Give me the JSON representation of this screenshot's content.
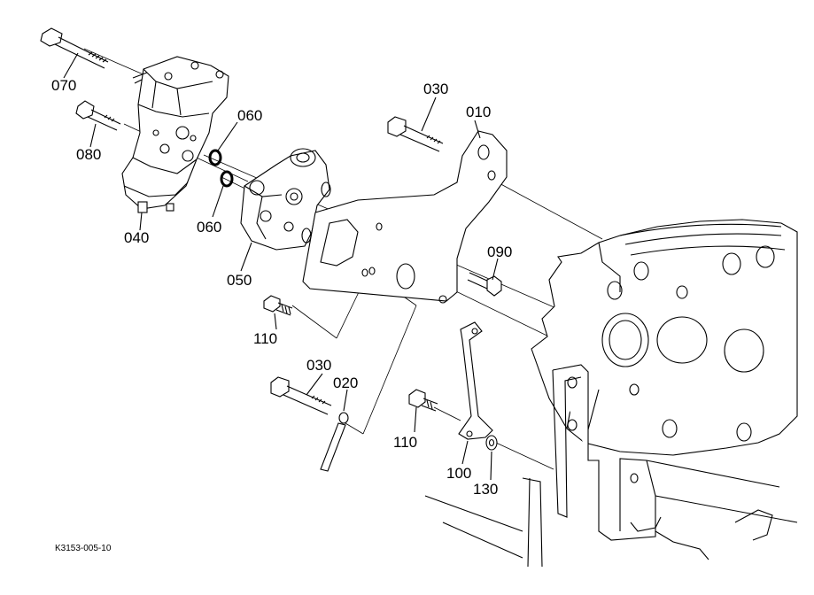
{
  "diagram": {
    "labels": {
      "p070": "070",
      "p080": "080",
      "p040": "040",
      "p060a": "060",
      "p060b": "060",
      "p050": "050",
      "p030a": "030",
      "p010": "010",
      "p090": "090",
      "p110a": "110",
      "p030b": "030",
      "p020": "020",
      "p110b": "110",
      "p100": "100",
      "p130": "130"
    },
    "code": "K3153-005-10"
  }
}
